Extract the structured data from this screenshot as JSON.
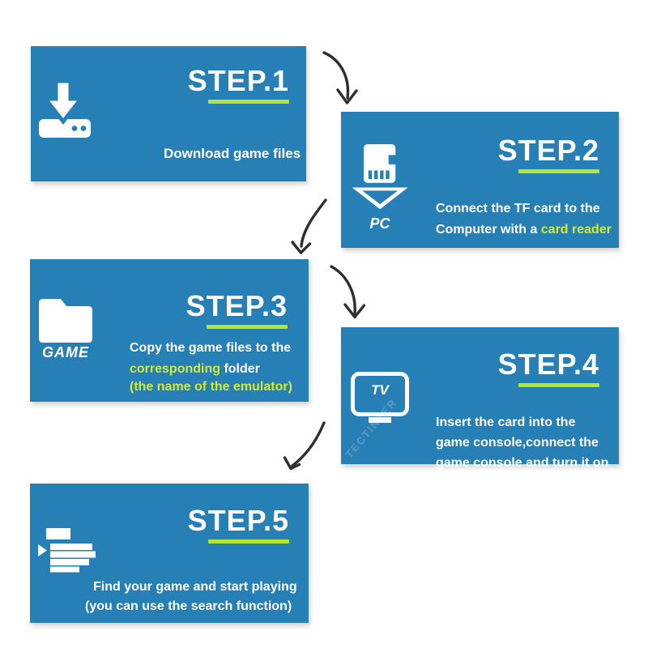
{
  "colors": {
    "box_blue": "#267fb5",
    "underline_green": "#b6e52f",
    "accent_text": "#d2ea35",
    "arrow": "#2e2e2e",
    "text_white": "#ffffff",
    "background": "#ffffff"
  },
  "steps": [
    {
      "title": "STEP.1",
      "line1": "Download game files"
    },
    {
      "title": "STEP.2",
      "icon_label": "PC",
      "line1": "Connect the TF card to the",
      "line2_normal": "Computer with a ",
      "line2_accent": "card reader"
    },
    {
      "title": "STEP.3",
      "icon_label": "GAME",
      "line1": "Copy the game files to the",
      "line2_accent": "corresponding ",
      "line2_normal": "folder",
      "line3_accent": "(the name of the emulator)"
    },
    {
      "title": "STEP.4",
      "icon_label": "TV",
      "line1": "Insert the card into the",
      "line2": "game console,connect the",
      "line3": "game console and turn it on"
    },
    {
      "title": "STEP.5",
      "line1": "Find your game and start playing",
      "line2": "(you can use the search function)"
    }
  ],
  "watermark": "TECTINTER"
}
